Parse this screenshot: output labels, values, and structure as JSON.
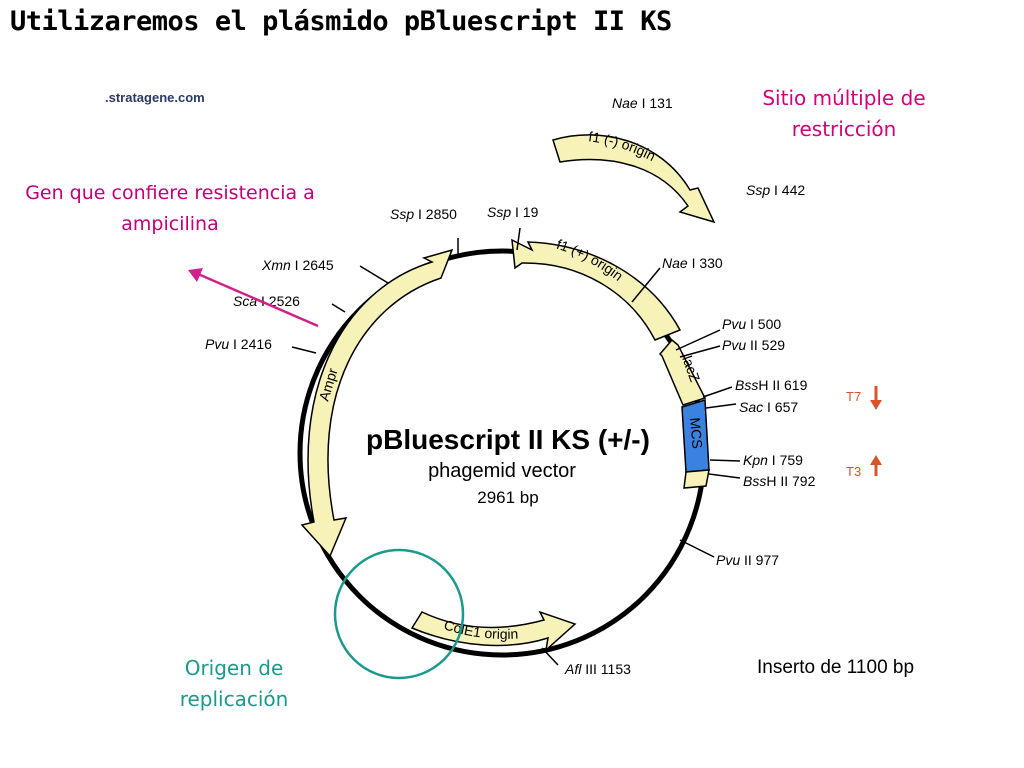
{
  "title": "Utilizaremos el plásmido pBluescript II KS",
  "source": ".stratagene.com",
  "plasmid": {
    "name": "pBluescript II KS (+/-)",
    "type": "phagemid vector",
    "size": "2961 bp"
  },
  "features": {
    "f1_minus": "f1 (-) origin",
    "f1_plus": "f1 (+) origin",
    "lacz": "lacZ",
    "mcs": "MCS",
    "ampr": "Ampr",
    "cole1": "ColE1 origin"
  },
  "sites": [
    {
      "enzyme": "Nae",
      "suffix": " I 131"
    },
    {
      "enzyme": "Ssp",
      "suffix": " I 442"
    },
    {
      "enzyme": "Ssp",
      "suffix": " I 2850"
    },
    {
      "enzyme": "Ssp",
      "suffix": " I 19"
    },
    {
      "enzyme": "Nae",
      "suffix": " I 330"
    },
    {
      "enzyme": "Xmn",
      "suffix": " I 2645"
    },
    {
      "enzyme": "Sca",
      "suffix": " I 2526"
    },
    {
      "enzyme": "Pvu",
      "suffix": " I 2416"
    },
    {
      "enzyme": "Pvu",
      "suffix": " I 500"
    },
    {
      "enzyme": "Pvu",
      "suffix": " II 529"
    },
    {
      "enzyme": "Bss",
      "suffix": "H II 619"
    },
    {
      "enzyme": "Sac",
      "suffix": " I 657"
    },
    {
      "enzyme": "Kpn",
      "suffix": " I 759"
    },
    {
      "enzyme": "Bss",
      "suffix": "H II 792"
    },
    {
      "enzyme": "Pvu",
      "suffix": " II 977"
    },
    {
      "enzyme": "Afl",
      "suffix": " III 1153"
    }
  ],
  "promoters": {
    "t7": "T7",
    "t3": "T3"
  },
  "annotations": {
    "mcs_note": "Sitio múltiple de restricción",
    "amp_note": "Gen que confiere resistencia a ampicilina",
    "ori_note": "Origen de replicación",
    "insert_note": "Inserto de 1100 bp"
  },
  "colors": {
    "arrow_fill": "#f7f3b8",
    "mcs_fill": "#3b82e0",
    "mcs_note": "#d4007a",
    "amp_note": "#c0007a",
    "ori_note": "#1a9a8c",
    "ori_circle": "#1a9a8c",
    "promoter": "#d9542b"
  }
}
